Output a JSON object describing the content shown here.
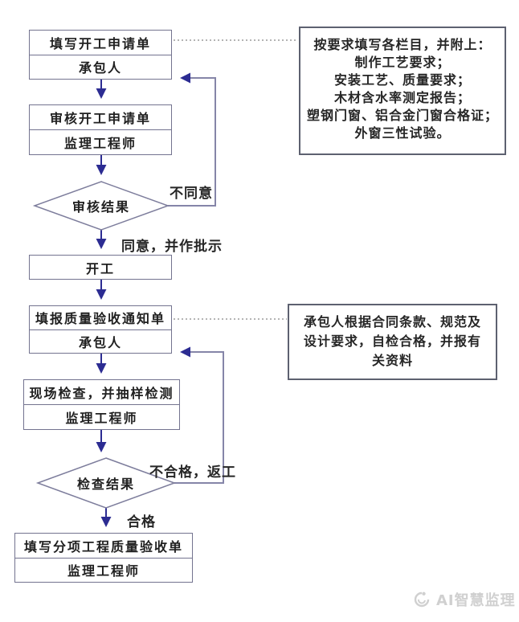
{
  "flowchart": {
    "nodes": [
      {
        "title": "填写开工申请单",
        "actor": "承包人"
      },
      {
        "title": "审核开工申请单",
        "actor": "监理工程师"
      },
      {
        "label": "审核结果"
      },
      {
        "title": "开工"
      },
      {
        "title": "填报质量验收通知单",
        "actor": "承包人"
      },
      {
        "title": "现场检查，并抽样检测",
        "actor": "监理工程师"
      },
      {
        "label": "检查结果"
      },
      {
        "title": "填写分项工程质量验收单",
        "actor": "监理工程师"
      }
    ],
    "edge_labels": {
      "disagree": "不同意",
      "agree": "同意，并作批示",
      "fail": "不合格，返工",
      "pass": "合格"
    },
    "notes": {
      "note1_lines": [
        "按要求填写各栏目，并附上：",
        "制作工艺要求；",
        "安装工艺、质量要求；",
        "木材含水率测定报告；",
        "塑钢门窗、铝合金门窗合格证；",
        "外窗三性试验。"
      ],
      "note2_text": "承包人根据合同条款、规范及设计要求，自检合格，并报有关资料"
    },
    "colors": {
      "arrow": "#2c2c92",
      "loop_line": "#8585a8",
      "box_border": "#73738f",
      "diamond_border": "#7d7d9c",
      "note_border": "#5d6170",
      "dotted_line": "#9b9b9b",
      "text": "#202020",
      "watermark": "#d0d0d0"
    }
  },
  "watermark": {
    "label": "AI智慧监理"
  }
}
